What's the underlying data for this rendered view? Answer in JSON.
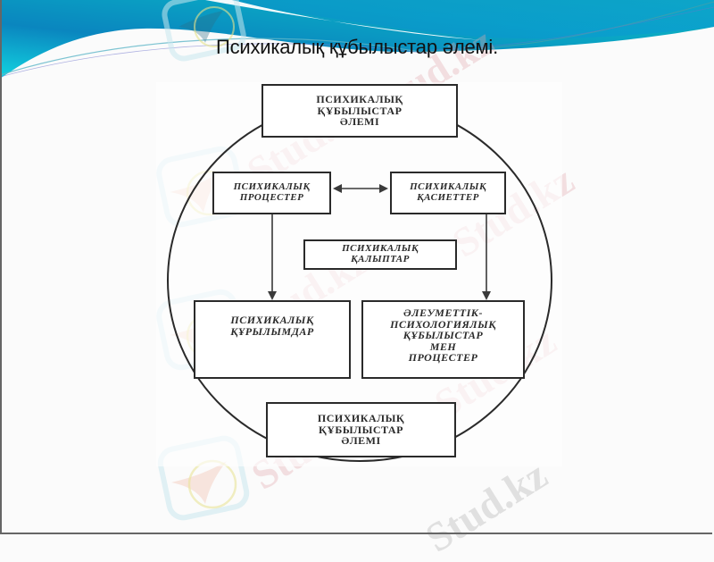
{
  "slide": {
    "title": "Психикалық құбылыстар әлемі.",
    "colors": {
      "header_dark": "#0a7fb5",
      "header_light": "#10c8d8",
      "background": "#fbfbfb",
      "diagram_line": "#2a2a2a"
    }
  },
  "diagram": {
    "nodes": {
      "top": {
        "lines": [
          "ПСИХИКАЛЫҚ",
          "ҚҰБЫЛЫСТАР",
          "ӘЛЕМІ"
        ]
      },
      "processes": {
        "lines": [
          "ПСИХИКАЛЫҚ",
          "ПРОЦЕСТЕР"
        ]
      },
      "properties": {
        "lines": [
          "ПСИХИКАЛЫҚ",
          "ҚАСИЕТТЕР"
        ]
      },
      "states": {
        "lines": [
          "ПСИХИКАЛЫҚ",
          "ҚАЛЫПТАР"
        ]
      },
      "structures": {
        "lines": [
          "ПСИХИКАЛЫҚ",
          "ҚҰРЫЛЫМДАР"
        ]
      },
      "social": {
        "lines": [
          "ӘЛЕУМЕТТІК-",
          "ПСИХОЛОГИЯЛЫҚ",
          "ҚҰБЫЛЫСТАР",
          "МЕН",
          "ПРОЦЕСТЕР"
        ]
      },
      "bottom": {
        "lines": [
          "ПСИХИКАЛЫҚ",
          "ҚҰБЫЛЫСТАР",
          "ӘЛЕМІ"
        ]
      }
    },
    "edges": [
      {
        "from": "processes",
        "to": "properties",
        "type": "bidirectional"
      },
      {
        "from": "processes",
        "to": "structures",
        "type": "arrow"
      },
      {
        "from": "properties",
        "to": "social",
        "type": "arrow"
      },
      {
        "from": "top",
        "to": "bottom",
        "type": "circle-connector"
      }
    ]
  },
  "watermark": {
    "text": "Stud.kz"
  }
}
